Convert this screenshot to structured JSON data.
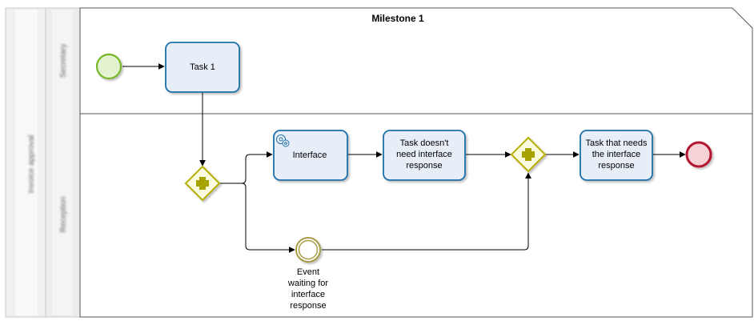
{
  "milestone": {
    "title": "Milestone 1"
  },
  "pool": {
    "name": "Invoice approval"
  },
  "lanes": [
    {
      "name": "Secretary"
    },
    {
      "name": "Reception"
    }
  ],
  "tasks": {
    "task1": "Task 1",
    "interface": "Interface",
    "no_response": [
      "Task doesn't",
      "need interface",
      "response"
    ],
    "needs_response": [
      "Task that needs",
      "the interface",
      "response"
    ]
  },
  "event_waiting": {
    "label": [
      "Event",
      "waiting for",
      "interface",
      "response"
    ]
  },
  "colors": {
    "task_fill": "#e8eef8",
    "task_stroke": "#1f6fa8",
    "start_stroke": "#76b82a",
    "start_fill": "#e4f3cf",
    "end_stroke": "#b3172d",
    "end_fill": "#f6d2d6",
    "gateway_stroke": "#b5b000",
    "gateway_fill": "#fbfbdf",
    "gateway_plus": "#a9a300",
    "intermediate_stroke": "#a89c46",
    "intermediate_fill": "#ffffff"
  },
  "icons": {
    "service_task": "gear-icon",
    "gateway": "parallel-plus-icon"
  }
}
